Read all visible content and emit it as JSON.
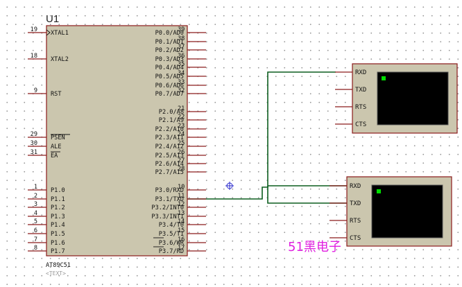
{
  "schematic": {
    "chip": {
      "refdes": "U1",
      "part": "AT89C51",
      "text_placeholder": "<TEXT>",
      "left_pins": [
        {
          "num": "19",
          "label": "XTAL1"
        },
        {
          "num": "18",
          "label": "XTAL2"
        },
        {
          "num": "9",
          "label": "RST"
        },
        {
          "num": "29",
          "label": "PSEN"
        },
        {
          "num": "30",
          "label": "ALE"
        },
        {
          "num": "31",
          "label": "EA"
        },
        {
          "num": "1",
          "label": "P1.0"
        },
        {
          "num": "2",
          "label": "P1.1"
        },
        {
          "num": "3",
          "label": "P1.2"
        },
        {
          "num": "4",
          "label": "P1.3"
        },
        {
          "num": "5",
          "label": "P1.4"
        },
        {
          "num": "6",
          "label": "P1.5"
        },
        {
          "num": "7",
          "label": "P1.6"
        },
        {
          "num": "8",
          "label": "P1.7"
        }
      ],
      "right_pins": [
        {
          "num": "39",
          "label": "P0.0/AD0"
        },
        {
          "num": "38",
          "label": "P0.1/AD1"
        },
        {
          "num": "37",
          "label": "P0.2/AD2"
        },
        {
          "num": "36",
          "label": "P0.3/AD3"
        },
        {
          "num": "35",
          "label": "P0.4/AD4"
        },
        {
          "num": "34",
          "label": "P0.5/AD5"
        },
        {
          "num": "33",
          "label": "P0.6/AD6"
        },
        {
          "num": "32",
          "label": "P0.7/AD7"
        },
        {
          "num": "21",
          "label": "P2.0/A8"
        },
        {
          "num": "22",
          "label": "P2.1/A9"
        },
        {
          "num": "23",
          "label": "P2.2/A10"
        },
        {
          "num": "24",
          "label": "P2.3/A11"
        },
        {
          "num": "25",
          "label": "P2.4/A12"
        },
        {
          "num": "26",
          "label": "P2.5/A13"
        },
        {
          "num": "27",
          "label": "P2.6/A14"
        },
        {
          "num": "28",
          "label": "P2.7/A15"
        },
        {
          "num": "10",
          "label": "P3.0/RXD"
        },
        {
          "num": "11",
          "label": "P3.1/TXD"
        },
        {
          "num": "12",
          "label": "P3.2/INT0"
        },
        {
          "num": "13",
          "label": "P3.3/INT1"
        },
        {
          "num": "14",
          "label": "P3.4/T0"
        },
        {
          "num": "15",
          "label": "P3.5/T1"
        },
        {
          "num": "16",
          "label": "P3.6/WR"
        },
        {
          "num": "17",
          "label": "P3.7/RD"
        }
      ]
    },
    "terminal_1": {
      "pins": [
        "RXD",
        "TXD",
        "RTS",
        "CTS"
      ]
    },
    "terminal_2": {
      "pins": [
        "RXD",
        "TXD",
        "RTS",
        "CTS"
      ]
    },
    "watermark": "51黑电子",
    "colors": {
      "wire": "#0b5d1e",
      "component_outline": "#8b1a1a",
      "component_fill": "#cbc6ae",
      "screen": "#000000",
      "led": "#00dd00",
      "watermark": "#e020e0"
    }
  }
}
